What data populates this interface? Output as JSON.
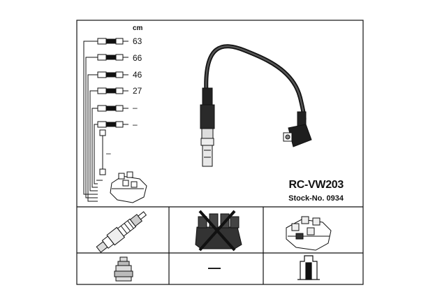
{
  "lengths": {
    "unit": "cm",
    "values": [
      "63",
      "66",
      "46",
      "27",
      "–",
      "–",
      "–"
    ]
  },
  "product": {
    "model": "RC-VW203",
    "stock": "Stock-No. 0934"
  },
  "compatibility": {
    "rotor_cell_dash": "—"
  },
  "colors": {
    "line": "#111111",
    "background": "#ffffff",
    "part_fill": "#e8e8e8"
  }
}
